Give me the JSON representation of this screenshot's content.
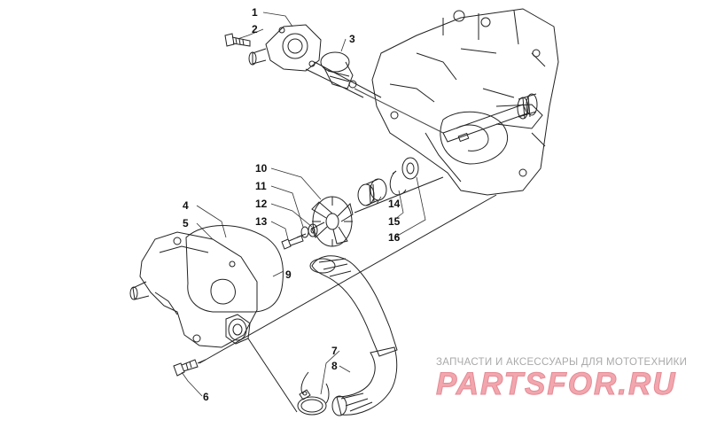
{
  "callouts": [
    "1",
    "2",
    "3",
    "4",
    "5",
    "6",
    "7",
    "8",
    "9",
    "10",
    "11",
    "12",
    "13",
    "14",
    "15",
    "16"
  ],
  "watermark": {
    "tagline": "ЗАПЧАСТИ И АКСЕССУАРЫ ДЛЯ МОТОТЕХНИКИ",
    "brand": "PARTSFOR.RU"
  },
  "colors": {
    "line": "#222222",
    "watermark_text": "#a9a9a9",
    "watermark_brand": "#f2a6ae"
  }
}
